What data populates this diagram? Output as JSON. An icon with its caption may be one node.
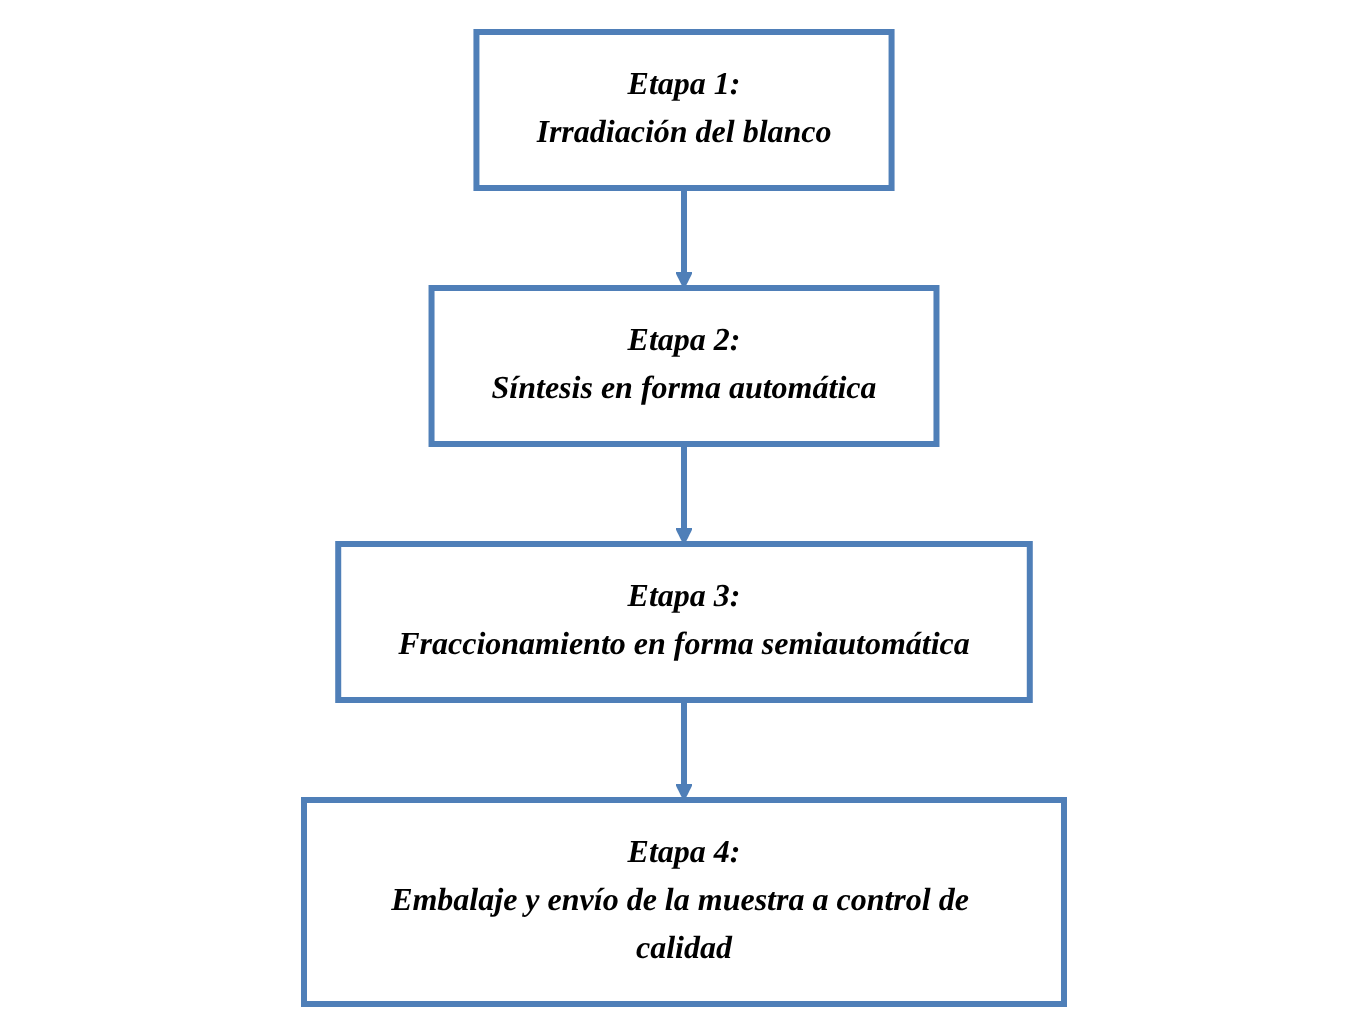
{
  "diagram": {
    "nodes": [
      {
        "text": [
          "Etapa 1:",
          "Irradiación del blanco"
        ]
      },
      {
        "text": [
          "Etapa 2:",
          "Síntesis en forma automática"
        ]
      },
      {
        "text": [
          "Etapa 3:",
          "Fraccionamiento en forma semiautomática"
        ]
      },
      {
        "text": [
          "Etapa 4:",
          "Embalaje y envío de la muestra a control de calidad"
        ]
      }
    ],
    "edges": [
      {
        "from": 0,
        "to": 1,
        "arrow": "to"
      },
      {
        "from": 1,
        "to": 2,
        "arrow": "to"
      },
      {
        "from": 2,
        "to": 3,
        "arrow": "to"
      }
    ]
  }
}
